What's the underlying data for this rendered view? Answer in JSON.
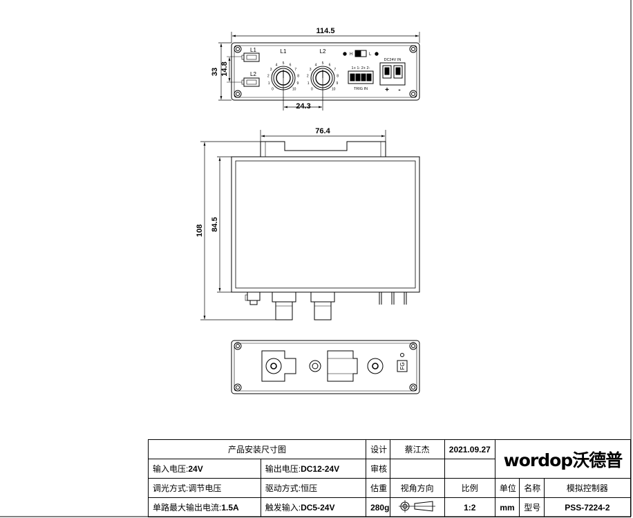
{
  "drawing": {
    "top_view": {
      "width_dim": "114.5",
      "height_dim": "33",
      "inner_dim": "14.8",
      "knob_spacing_dim": "24.3",
      "port_l1": "L1",
      "port_l2": "L2",
      "knob_l1": "L1",
      "knob_l2": "L2",
      "switch_h": "H",
      "switch_l": "L",
      "trig_pins": "1+ 1- 2+ 2-",
      "trig_label": "TRIG IN",
      "dc_label": "DC24V IN",
      "plus": "+",
      "minus": "-",
      "knob_scale": [
        "0",
        "1",
        "2",
        "3",
        "4",
        "5",
        "6",
        "7",
        "8",
        "9",
        "10"
      ]
    },
    "side_view": {
      "width_dim": "76.4",
      "height_outer_dim": "108",
      "height_inner_dim": "84.5"
    },
    "bottom_view": {
      "fg_label": "FG"
    }
  },
  "title_block": {
    "drawing_title": "产品安装尺寸图",
    "design_label": "设计",
    "designer": "蔡江杰",
    "date": "2021.09.27",
    "review_label": "审核",
    "weight_label": "估重",
    "weight": "280g",
    "view_label": "视角方向",
    "scale_label": "比例",
    "scale": "1:2",
    "unit_label": "单位",
    "unit": "mm",
    "name_label": "名称",
    "name": "模拟控制器",
    "model_label": "型号",
    "model": "PSS-7224-2",
    "brand_latin": "wordop",
    "brand_cn": "沃德普",
    "specs": [
      {
        "label": "输入电压:",
        "value": "24V"
      },
      {
        "label": "输出电压:",
        "value": "DC12-24V"
      },
      {
        "label": "调光方式:",
        "value": "调节电压"
      },
      {
        "label": "驱动方式:",
        "value": "恒压"
      },
      {
        "label": "单路最大输出电流:",
        "value": "1.5A"
      },
      {
        "label": "触发输入:",
        "value": "DC5-24V"
      }
    ]
  }
}
